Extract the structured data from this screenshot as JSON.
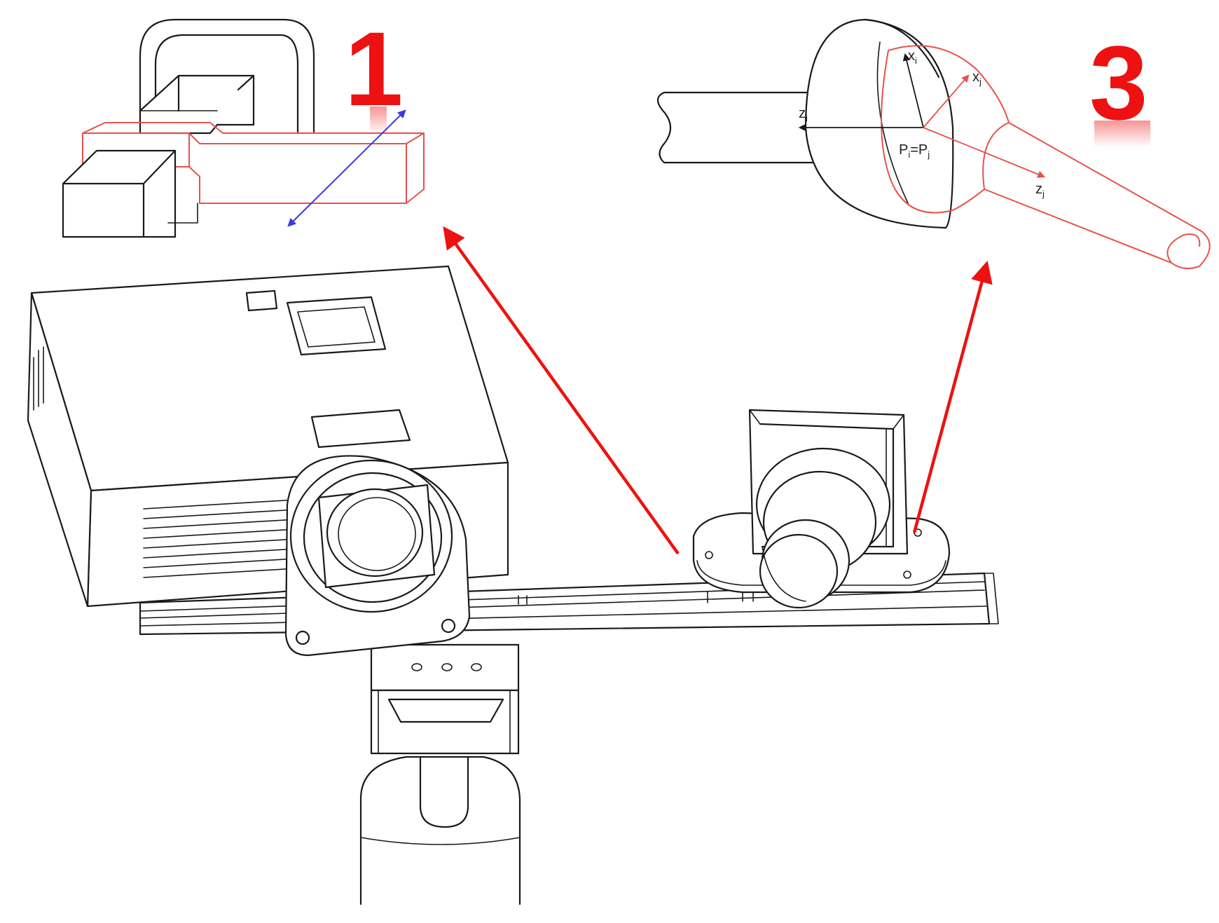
{
  "labels": {
    "marker_1": "1",
    "marker_3": "3",
    "axis_xi": "x",
    "axis_xi_sub": "i",
    "axis_xj": "x",
    "axis_xj_sub": "j",
    "axis_zi": "z",
    "axis_zi_sub": "i",
    "axis_zj": "z",
    "axis_zj_sub": "j",
    "point_eq": "P",
    "point_eq_sub_i": "i",
    "point_eq_mid": "=P",
    "point_eq_sub_j": "j"
  },
  "colors": {
    "accent_red": "#ee1111",
    "highlight_red": "#e8504a",
    "axis_blue": "#3a3adf",
    "line": "#1a1a1a"
  },
  "icons": {
    "projector": "projector-drawing",
    "camera": "camera-drawing",
    "prismatic_joint": "prismatic-joint-drawing",
    "spherical_joint": "spherical-joint-drawing"
  }
}
